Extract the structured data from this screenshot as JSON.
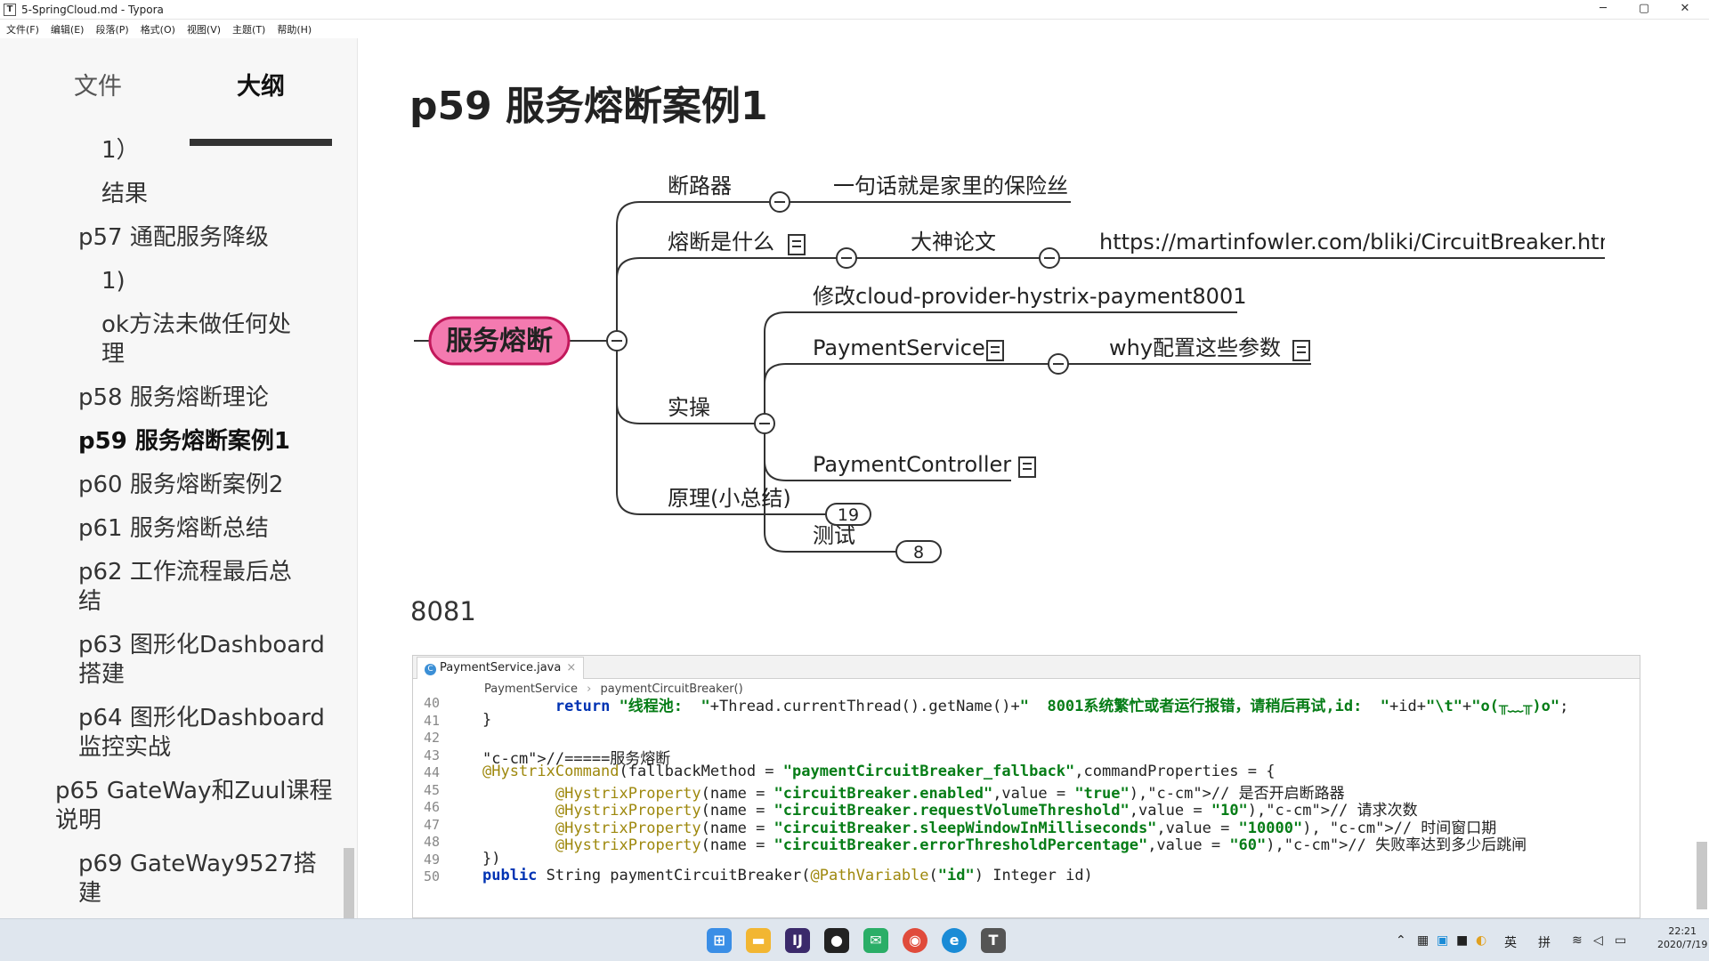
{
  "window": {
    "title": "5-SpringCloud.md - Typora",
    "app_icon_letter": "T",
    "minimize": "─",
    "maximize": "▢",
    "close": "✕"
  },
  "menu": [
    "文件(F)",
    "编辑(E)",
    "段落(P)",
    "格式(O)",
    "视图(V)",
    "主题(T)",
    "帮助(H)"
  ],
  "sidebar": {
    "tab_file": "文件",
    "tab_outline": "大纲",
    "outline": [
      {
        "text": "1）"
      },
      {
        "text": "结果"
      },
      {
        "text": "p57 通配服务降级"
      },
      {
        "text": "1)"
      },
      {
        "text": "ok方法未做任何处"
      },
      {
        "text": "理"
      },
      {
        "text": "p58 服务熔断理论"
      },
      {
        "text": "p59 服务熔断案例1",
        "active": true
      },
      {
        "text": "p60 服务熔断案例2"
      },
      {
        "text": "p61 服务熔断总结"
      },
      {
        "text": "p62 工作流程最后总"
      },
      {
        "text": "结"
      },
      {
        "text": "p63 图形化Dashboard"
      },
      {
        "text": "搭建"
      },
      {
        "text": "p64 图形化Dashboard"
      },
      {
        "text": "监控实战"
      },
      {
        "text": "p65 GateWay和Zuul课程"
      },
      {
        "text": "说明"
      },
      {
        "text": "p69 GateWay9527搭"
      },
      {
        "text": "建"
      }
    ]
  },
  "main": {
    "heading": "p59 服务熔断案例1",
    "mindmap": {
      "root": "服务熔断",
      "n1": "断路器",
      "n1_child": "一句话就是家里的保险丝",
      "n2": "熔断是什么",
      "n2_child": "大神论文",
      "n2_grandchild": "https://martinfowler.com/bliki/CircuitBreaker.html",
      "n3": "实操",
      "n3_c1": "修改cloud-provider-hystrix-payment8001",
      "n3_c2": "PaymentService",
      "n3_c2_child": "why配置这些参数",
      "n3_c3": "PaymentController",
      "n3_c4": "测试",
      "n3_c4_count": "8",
      "n4": "原理(小总结)",
      "n4_count": "19"
    },
    "para": "8081",
    "code": {
      "tab": "PaymentService.java",
      "tab_close": "×",
      "breadcrumb_a": "PaymentService",
      "breadcrumb_sep": "›",
      "breadcrumb_b": "paymentCircuitBreaker()",
      "lines": [
        {
          "n": "40",
          "t": "        return \"线程池:  \"+Thread.currentThread().getName()+\"  8001系统繁忙或者运行报错，请稍后再试,id:  \"+id+\"\\t\"+\"o(╥﹏╥)o\";"
        },
        {
          "n": "41",
          "t": "}"
        },
        {
          "n": "42",
          "t": ""
        },
        {
          "n": "43",
          "t": "//=====服务熔断"
        },
        {
          "n": "44",
          "t": "@HystrixCommand(fallbackMethod = \"paymentCircuitBreaker_fallback\",commandProperties = {"
        },
        {
          "n": "45",
          "t": "        @HystrixProperty(name = \"circuitBreaker.enabled\",value = \"true\"),// 是否开启断路器"
        },
        {
          "n": "46",
          "t": "        @HystrixProperty(name = \"circuitBreaker.requestVolumeThreshold\",value = \"10\"),// 请求次数"
        },
        {
          "n": "47",
          "t": "        @HystrixProperty(name = \"circuitBreaker.sleepWindowInMilliseconds\",value = \"10000\"), // 时间窗口期"
        },
        {
          "n": "48",
          "t": "        @HystrixProperty(name = \"circuitBreaker.errorThresholdPercentage\",value = \"60\"),// 失败率达到多少后跳闸"
        },
        {
          "n": "49",
          "t": "})"
        },
        {
          "n": "50",
          "t": "public String paymentCircuitBreaker(@PathVariable(\"id\") Integer id)"
        }
      ]
    }
  },
  "taskbar": {
    "tray_ime_a": "英",
    "tray_ime_b": "拼",
    "time": "22:21",
    "date": "2020/7/19",
    "typora_letter": "T"
  },
  "colors": {
    "root_fill": "#f47ab0",
    "root_stroke": "#c2185b",
    "accent": "#2e6bd1"
  }
}
